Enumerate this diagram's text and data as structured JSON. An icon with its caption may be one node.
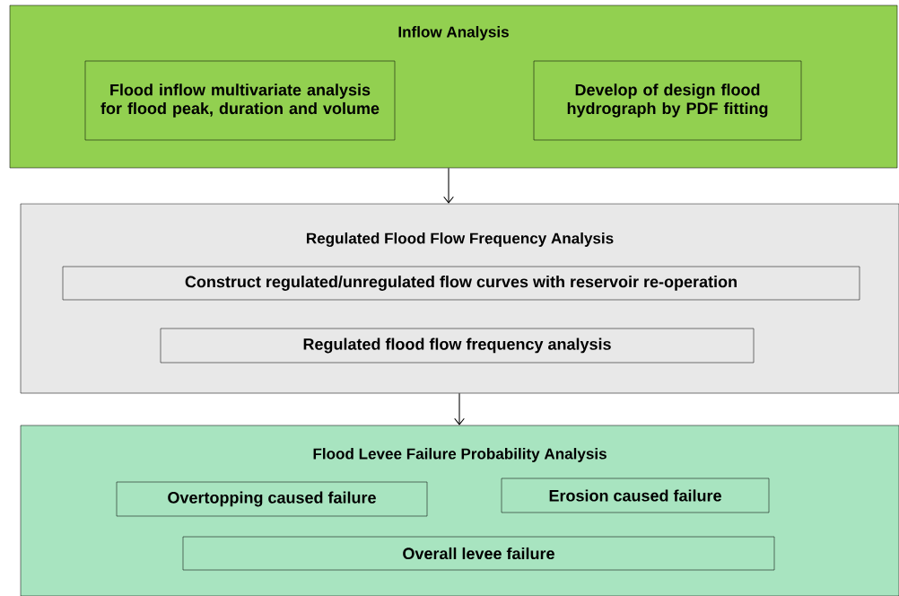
{
  "diagram": {
    "nodes": [
      {
        "text": [
          "Inflow Analysis"
        ]
      },
      {
        "text": [
          "Flood inflow multivariate analysis for flood peak, duration and volume"
        ],
        "in": 0
      },
      {
        "text": [
          "Develop of design flood hydrograph by PDF fitting"
        ],
        "in": 0
      },
      {
        "text": [
          "Regulated Flood Flow Frequency Analysis"
        ]
      },
      {
        "text": [
          "Construct regulated/unregulated flow curves with reservoir re-operation"
        ],
        "in": 3
      },
      {
        "text": [
          "Regulated flood flow frequency analysis"
        ],
        "in": 3
      },
      {
        "text": [
          "Flood Levee Failure Probability Analysis"
        ]
      },
      {
        "text": [
          "Overtopping caused failure"
        ],
        "in": 6
      },
      {
        "text": [
          "Erosion caused failure"
        ],
        "in": 6
      },
      {
        "text": [
          "Overall levee failure"
        ],
        "in": 6
      }
    ],
    "edges": [
      {
        "from": 0,
        "to": 3,
        "arrow": "to"
      },
      {
        "from": 3,
        "to": 6,
        "arrow": "to"
      }
    ]
  }
}
